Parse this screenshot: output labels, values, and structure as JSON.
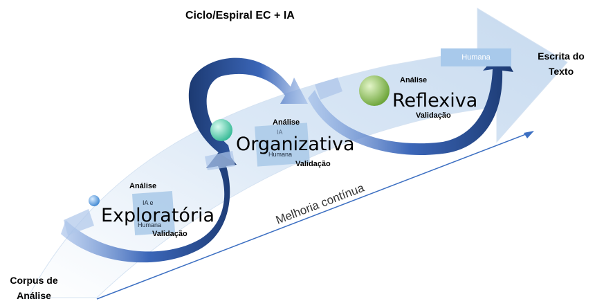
{
  "title": "Ciclo/Espiral EC + IA",
  "start_label": "Corpus de Análise",
  "end_label": "Escrita do Texto",
  "trend_label": "Melhoria contínua",
  "stages": {
    "exploratoria": {
      "name": "Exploratória",
      "analysis": "Análise",
      "ai_line1": "IA e",
      "ai_line2": "Humana",
      "validation": "Validação"
    },
    "organizativa": {
      "name": "Organizativa",
      "analysis": "Análise",
      "ai_line1": "IA",
      "ai_line2": "Humana",
      "validation": "Validação"
    },
    "reflexiva": {
      "name": "Reflexiva",
      "analysis": "Análise",
      "human_box": "Humana",
      "validation": "Validação"
    }
  },
  "colors": {
    "arrow_light": "#e8f1fb",
    "arrow_dark": "#c9dcf0",
    "loop_dark": "#1f3f78",
    "loop_light": "#4f78c8",
    "trend_line": "#3c6fc2",
    "ball_blue": "#5aa0e0",
    "ball_teal": "#5fd6b8",
    "ball_green": "#8bc34a"
  }
}
